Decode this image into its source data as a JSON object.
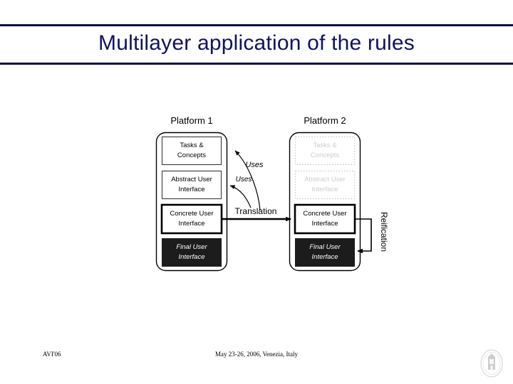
{
  "slide": {
    "title": "Multilayer application of the rules",
    "title_color": "#131359",
    "rule_color": "#0a0a46",
    "background": "#ffffff"
  },
  "diagram": {
    "type": "layered-model",
    "platforms": [
      {
        "id": "platform-1",
        "label": "Platform 1",
        "layers": [
          {
            "name": "tasks-concepts",
            "line1": "Tasks &",
            "line2": "Concepts",
            "style": "normal"
          },
          {
            "name": "abstract-ui",
            "line1": "Abstract User",
            "line2": "Interface",
            "style": "normal"
          },
          {
            "name": "concrete-ui",
            "line1": "Concrete User",
            "line2": "Interface",
            "style": "emphasis"
          },
          {
            "name": "final-ui",
            "line1": "Final User",
            "line2": "Interface",
            "style": "filled"
          }
        ]
      },
      {
        "id": "platform-2",
        "label": "Platform 2",
        "layers": [
          {
            "name": "tasks-concepts",
            "line1": "Tasks &",
            "line2": "Concepts",
            "style": "ghost"
          },
          {
            "name": "abstract-ui",
            "line1": "Abstract User",
            "line2": "Interface",
            "style": "ghost"
          },
          {
            "name": "concrete-ui",
            "line1": "Concrete User",
            "line2": "Interface",
            "style": "emphasis"
          },
          {
            "name": "final-ui",
            "line1": "Final User",
            "line2": "Interface",
            "style": "filled"
          }
        ]
      }
    ],
    "annotations": {
      "translation": "Translation",
      "uses_upper": "Uses",
      "uses_lower": "Uses",
      "reification": "Reification"
    },
    "colors": {
      "stroke": "#000000",
      "ghost_stroke": "#c9c9c9",
      "ghost_text": "#cccccc",
      "filled_fill": "#1c1c1c",
      "filled_text": "#ffffff"
    }
  },
  "footer": {
    "left": "AVI'06",
    "center": "May 23-26, 2006, Venezia, Italy",
    "logo_name": "university-seal-logo"
  }
}
